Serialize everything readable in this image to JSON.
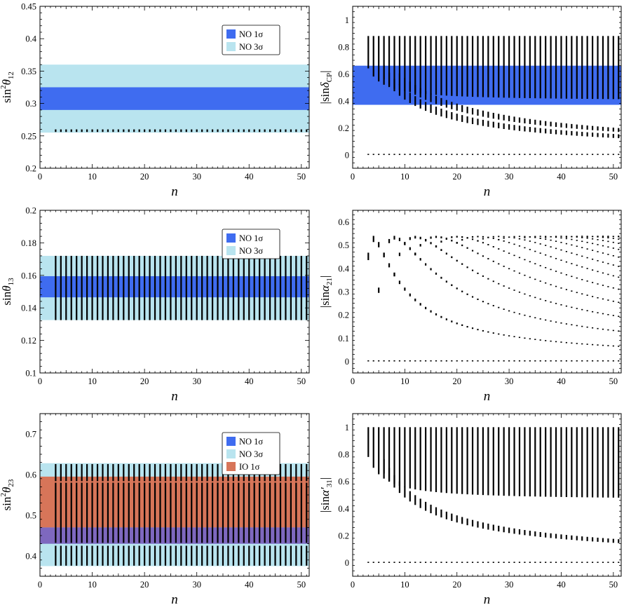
{
  "colors": {
    "no_1sigma": "#3f6cf0",
    "no_3sigma": "#b9e4ef",
    "io_1sigma": "#d77559",
    "overlap": "#7e68bf",
    "points": "#000000"
  },
  "chart_data": [
    {
      "id": "panel-s12",
      "type": "scatter",
      "xlabel": "n",
      "ylabel": {
        "pre": "sin",
        "sup": "2",
        "sym": "θ",
        "sub": "12",
        "post": ""
      },
      "xlim": [
        0,
        51.5
      ],
      "ylim": [
        0.2,
        0.45
      ],
      "xticks": [
        0,
        10,
        20,
        30,
        40,
        50
      ],
      "xtick_labels": [
        "0",
        "10",
        "20",
        "30",
        "40",
        "50"
      ],
      "yticks": [
        0.2,
        0.25,
        0.3,
        0.35,
        0.4,
        0.45
      ],
      "ytick_labels": [
        "0.2",
        "0.25",
        "0.3",
        "0.35",
        "0.4",
        "0.45"
      ],
      "bands": [
        {
          "name": "NO 3σ",
          "color_key": "no_3sigma",
          "range": [
            0.255,
            0.36
          ]
        },
        {
          "name": "NO 1σ",
          "color_key": "no_1sigma",
          "range": [
            0.29,
            0.325
          ]
        }
      ],
      "legend": {
        "position": "top-right",
        "entries": [
          {
            "label": "NO 1σ",
            "color_key": "no_1sigma"
          },
          {
            "label": "NO 3σ",
            "color_key": "no_3sigma"
          }
        ]
      },
      "series": [
        {
          "n_range": [
            3,
            51
          ],
          "segments": [
            [
              0.256,
              0.26
            ]
          ]
        }
      ]
    },
    {
      "id": "panel-dcp",
      "type": "scatter",
      "xlabel": "n",
      "ylabel": {
        "pre": "|sin",
        "sup": "",
        "sym": "δ",
        "sub": "CP",
        "post": "|"
      },
      "xlim": [
        0,
        51.5
      ],
      "ylim": [
        -0.1,
        1.1
      ],
      "xticks": [
        0,
        10,
        20,
        30,
        40,
        50
      ],
      "xtick_labels": [
        "0",
        "10",
        "20",
        "30",
        "40",
        "50"
      ],
      "yticks": [
        0,
        0.2,
        0.4,
        0.6,
        0.8,
        1
      ],
      "ytick_labels": [
        "0",
        "0.2",
        "0.4",
        "0.6",
        "0.8",
        "1"
      ],
      "bands": [
        {
          "name": "NO 1σ",
          "color_key": "no_1sigma",
          "range": [
            0.37,
            0.66
          ]
        }
      ],
      "series": [
        {
          "n_range": [
            3,
            51
          ],
          "segments": [
            [
              0.0,
              0.005
            ]
          ]
        },
        {
          "n_range": [
            3,
            51
          ],
          "family": "decay",
          "k": 1,
          "top": 0.86,
          "spread": 0.22,
          "cap": 0.89
        },
        {
          "n_range": [
            6,
            51
          ],
          "family": "decay",
          "k": 2,
          "top": 0.86,
          "spread": 0.16,
          "cap": 0.89
        },
        {
          "n_range": [
            9,
            51
          ],
          "family": "decay",
          "k": 3,
          "top": 0.86,
          "spread": 0.12,
          "cap": 0.89
        }
      ]
    },
    {
      "id": "panel-s13",
      "type": "scatter",
      "xlabel": "n",
      "ylabel": {
        "pre": "sin",
        "sup": "",
        "sym": "θ",
        "sub": "13",
        "post": ""
      },
      "xlim": [
        0,
        51.5
      ],
      "ylim": [
        0.1,
        0.2
      ],
      "xticks": [
        0,
        10,
        20,
        30,
        40,
        50
      ],
      "xtick_labels": [
        "0",
        "10",
        "20",
        "30",
        "40",
        "50"
      ],
      "yticks": [
        0.1,
        0.12,
        0.14,
        0.16,
        0.18,
        0.2
      ],
      "ytick_labels": [
        "0.1",
        "0.12",
        "0.14",
        "0.16",
        "0.18",
        "0.2"
      ],
      "bands": [
        {
          "name": "NO 3σ",
          "color_key": "no_3sigma",
          "range": [
            0.1325,
            0.172
          ]
        },
        {
          "name": "NO 1σ",
          "color_key": "no_1sigma",
          "range": [
            0.1465,
            0.1595
          ]
        }
      ],
      "legend": {
        "position": "top-right",
        "entries": [
          {
            "label": "NO 1σ",
            "color_key": "no_1sigma"
          },
          {
            "label": "NO 3σ",
            "color_key": "no_3sigma"
          }
        ]
      },
      "series": [
        {
          "n_range": [
            3,
            51
          ],
          "segments": [
            [
              0.1325,
              0.172
            ]
          ]
        }
      ]
    },
    {
      "id": "panel-a21",
      "type": "scatter",
      "xlabel": "n",
      "ylabel": {
        "pre": "|sin",
        "sup": "",
        "sym": "α",
        "sub": "21",
        "post": "|"
      },
      "xlim": [
        0,
        51.5
      ],
      "ylim": [
        -0.05,
        0.65
      ],
      "xticks": [
        0,
        10,
        20,
        30,
        40,
        50
      ],
      "xtick_labels": [
        "0",
        "10",
        "20",
        "30",
        "40",
        "50"
      ],
      "yticks": [
        0,
        0.1,
        0.2,
        0.3,
        0.4,
        0.5,
        0.6
      ],
      "ytick_labels": [
        "0",
        "0.1",
        "0.2",
        "0.3",
        "0.4",
        "0.5",
        "0.6"
      ],
      "series": [
        {
          "n_range": [
            3,
            51
          ],
          "segments": [
            [
              0.0,
              0.004
            ]
          ]
        },
        {
          "n_range": [
            3,
            51
          ],
          "family": "sine_ladder",
          "amp": 0.54,
          "len": 0.04
        }
      ]
    },
    {
      "id": "panel-s23",
      "type": "scatter",
      "xlabel": "n",
      "ylabel": {
        "pre": "sin",
        "sup": "2",
        "sym": "θ",
        "sub": "23",
        "post": ""
      },
      "xlim": [
        0,
        51.5
      ],
      "ylim": [
        0.35,
        0.75
      ],
      "xticks": [
        0,
        10,
        20,
        30,
        40,
        50
      ],
      "xtick_labels": [
        "0",
        "10",
        "20",
        "30",
        "40",
        "50"
      ],
      "yticks": [
        0.4,
        0.5,
        0.6,
        0.7
      ],
      "ytick_labels": [
        "0.4",
        "0.5",
        "0.6",
        "0.7"
      ],
      "bands": [
        {
          "name": "NO 3σ",
          "color_key": "no_3sigma",
          "range": [
            0.375,
            0.628
          ]
        },
        {
          "name": "NO 1σ",
          "color_key": "no_1sigma",
          "range": [
            0.43,
            0.47
          ]
        },
        {
          "name": "IO 1σ",
          "color_key": "io_1sigma",
          "range": [
            0.47,
            0.595
          ]
        },
        {
          "name": "overlap",
          "color_key": "overlap",
          "range": [
            0.43,
            0.47
          ]
        }
      ],
      "legend": {
        "position": "top-right",
        "entries": [
          {
            "label": "NO 1σ",
            "color_key": "no_1sigma"
          },
          {
            "label": "NO 3σ",
            "color_key": "no_3sigma"
          },
          {
            "label": "IO 1σ",
            "color_key": "io_1sigma"
          }
        ]
      },
      "series": [
        {
          "n_range": [
            3,
            51
          ],
          "segments": [
            [
              0.376,
              0.425
            ],
            [
              0.432,
              0.58
            ],
            [
              0.584,
              0.626
            ]
          ]
        }
      ]
    },
    {
      "id": "panel-a31",
      "type": "scatter",
      "xlabel": "n",
      "ylabel": {
        "pre": "|sin",
        "sup": "",
        "sym": "α′",
        "sub": "31",
        "post": "|"
      },
      "xlim": [
        0,
        51.5
      ],
      "ylim": [
        -0.1,
        1.1
      ],
      "xticks": [
        0,
        10,
        20,
        30,
        40,
        50
      ],
      "xtick_labels": [
        "0",
        "10",
        "20",
        "30",
        "40",
        "50"
      ],
      "yticks": [
        0,
        0.2,
        0.4,
        0.6,
        0.8,
        1
      ],
      "ytick_labels": [
        "0",
        "0.2",
        "0.4",
        "0.6",
        "0.8",
        "1"
      ],
      "series": [
        {
          "n_range": [
            3,
            51
          ],
          "segments": [
            [
              0.0,
              0.005
            ]
          ]
        },
        {
          "n_range": [
            3,
            51
          ],
          "family": "decay",
          "k": 1,
          "top": 1.0,
          "spread": 0.3,
          "cap": 1.0
        },
        {
          "n_range": [
            6,
            51
          ],
          "family": "decay",
          "k": 2,
          "top": 1.0,
          "spread": 0.25,
          "cap": 1.0
        }
      ]
    }
  ]
}
